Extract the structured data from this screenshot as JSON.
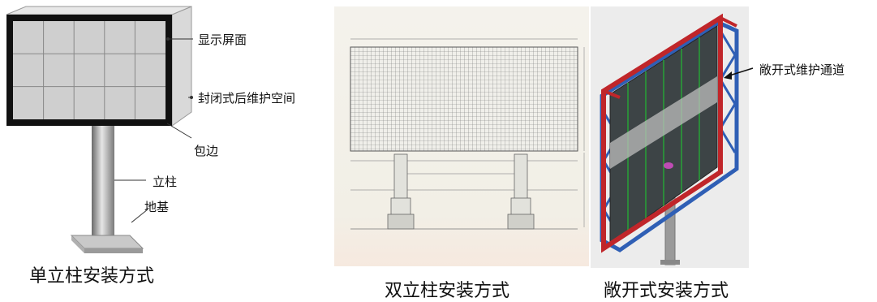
{
  "panel1": {
    "labels": {
      "screen": "显示屏面",
      "maintenance": "封闭式后维护空间",
      "edge": "包边",
      "pillar": "立柱",
      "foundation": "地基"
    },
    "caption": "单立柱安装方式"
  },
  "panel2": {
    "caption": "双立柱安装方式"
  },
  "panel3": {
    "labels": {
      "open_maintenance": "敞开式维护通道"
    },
    "caption": "敞开式安装方式"
  },
  "colors": {
    "frame_black": "#111111",
    "panel_gray": "#d6d6d6",
    "red_frame": "#c0262a",
    "blue_truss": "#2f5fb5",
    "sketch_bg": "#f3f1ea"
  }
}
